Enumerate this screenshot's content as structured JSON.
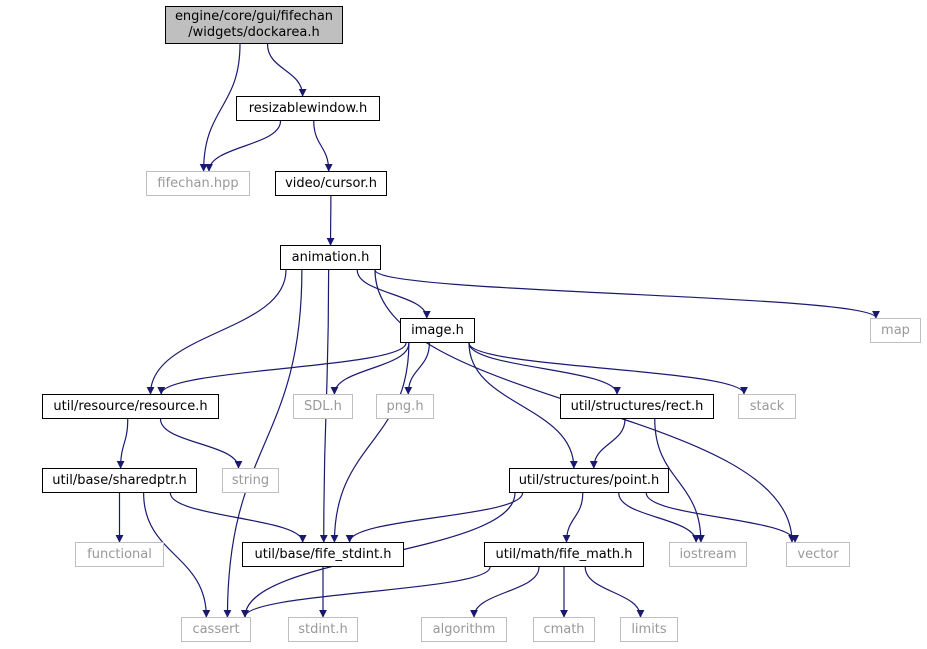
{
  "diagram": {
    "colors": {
      "edge": "#191970",
      "root_fill": "#bfbfbf",
      "local_border": "#000000",
      "external_border": "#bfbfbf",
      "external_text": "#999999"
    },
    "nodes": {
      "dockarea": {
        "lines": [
          "engine/core/gui/fifechan",
          "/widgets/dockarea.h"
        ],
        "kind": "root"
      },
      "resizablewindow": {
        "lines": [
          "resizablewindow.h"
        ],
        "kind": "local"
      },
      "fifechan": {
        "lines": [
          "fifechan.hpp"
        ],
        "kind": "ext"
      },
      "cursor": {
        "lines": [
          "video/cursor.h"
        ],
        "kind": "local"
      },
      "animation": {
        "lines": [
          "animation.h"
        ],
        "kind": "local"
      },
      "map": {
        "lines": [
          "map"
        ],
        "kind": "ext"
      },
      "image": {
        "lines": [
          "image.h"
        ],
        "kind": "local"
      },
      "resource": {
        "lines": [
          "util/resource/resource.h"
        ],
        "kind": "local"
      },
      "sdl": {
        "lines": [
          "SDL.h"
        ],
        "kind": "ext"
      },
      "png": {
        "lines": [
          "png.h"
        ],
        "kind": "ext"
      },
      "rect": {
        "lines": [
          "util/structures/rect.h"
        ],
        "kind": "local"
      },
      "stack": {
        "lines": [
          "stack"
        ],
        "kind": "ext"
      },
      "sharedptr": {
        "lines": [
          "util/base/sharedptr.h"
        ],
        "kind": "local"
      },
      "string": {
        "lines": [
          "string"
        ],
        "kind": "ext"
      },
      "point": {
        "lines": [
          "util/structures/point.h"
        ],
        "kind": "local"
      },
      "functional": {
        "lines": [
          "functional"
        ],
        "kind": "ext"
      },
      "fife_stdint": {
        "lines": [
          "util/base/fife_stdint.h"
        ],
        "kind": "local"
      },
      "fife_math": {
        "lines": [
          "util/math/fife_math.h"
        ],
        "kind": "local"
      },
      "iostream": {
        "lines": [
          "iostream"
        ],
        "kind": "ext"
      },
      "vector": {
        "lines": [
          "vector"
        ],
        "kind": "ext"
      },
      "cassert": {
        "lines": [
          "cassert"
        ],
        "kind": "ext"
      },
      "stdint": {
        "lines": [
          "stdint.h"
        ],
        "kind": "ext"
      },
      "algorithm": {
        "lines": [
          "algorithm"
        ],
        "kind": "ext"
      },
      "cmath": {
        "lines": [
          "cmath"
        ],
        "kind": "ext"
      },
      "limits": {
        "lines": [
          "limits"
        ],
        "kind": "ext"
      }
    },
    "edges": [
      [
        "dockarea",
        "fifechan"
      ],
      [
        "dockarea",
        "resizablewindow"
      ],
      [
        "resizablewindow",
        "fifechan"
      ],
      [
        "resizablewindow",
        "cursor"
      ],
      [
        "cursor",
        "animation"
      ],
      [
        "animation",
        "cassert"
      ],
      [
        "animation",
        "resource"
      ],
      [
        "animation",
        "fife_stdint"
      ],
      [
        "animation",
        "image"
      ],
      [
        "animation",
        "vector"
      ],
      [
        "animation",
        "map"
      ],
      [
        "image",
        "resource"
      ],
      [
        "image",
        "sdl"
      ],
      [
        "image",
        "png"
      ],
      [
        "image",
        "fife_stdint"
      ],
      [
        "image",
        "point"
      ],
      [
        "image",
        "rect"
      ],
      [
        "image",
        "stack"
      ],
      [
        "resource",
        "sharedptr"
      ],
      [
        "resource",
        "string"
      ],
      [
        "sharedptr",
        "functional"
      ],
      [
        "sharedptr",
        "cassert"
      ],
      [
        "sharedptr",
        "fife_stdint"
      ],
      [
        "rect",
        "point"
      ],
      [
        "rect",
        "iostream"
      ],
      [
        "point",
        "fife_stdint"
      ],
      [
        "point",
        "cassert"
      ],
      [
        "point",
        "fife_math"
      ],
      [
        "point",
        "iostream"
      ],
      [
        "point",
        "vector"
      ],
      [
        "fife_stdint",
        "stdint"
      ],
      [
        "fife_math",
        "cassert"
      ],
      [
        "fife_math",
        "algorithm"
      ],
      [
        "fife_math",
        "cmath"
      ],
      [
        "fife_math",
        "limits"
      ]
    ]
  }
}
